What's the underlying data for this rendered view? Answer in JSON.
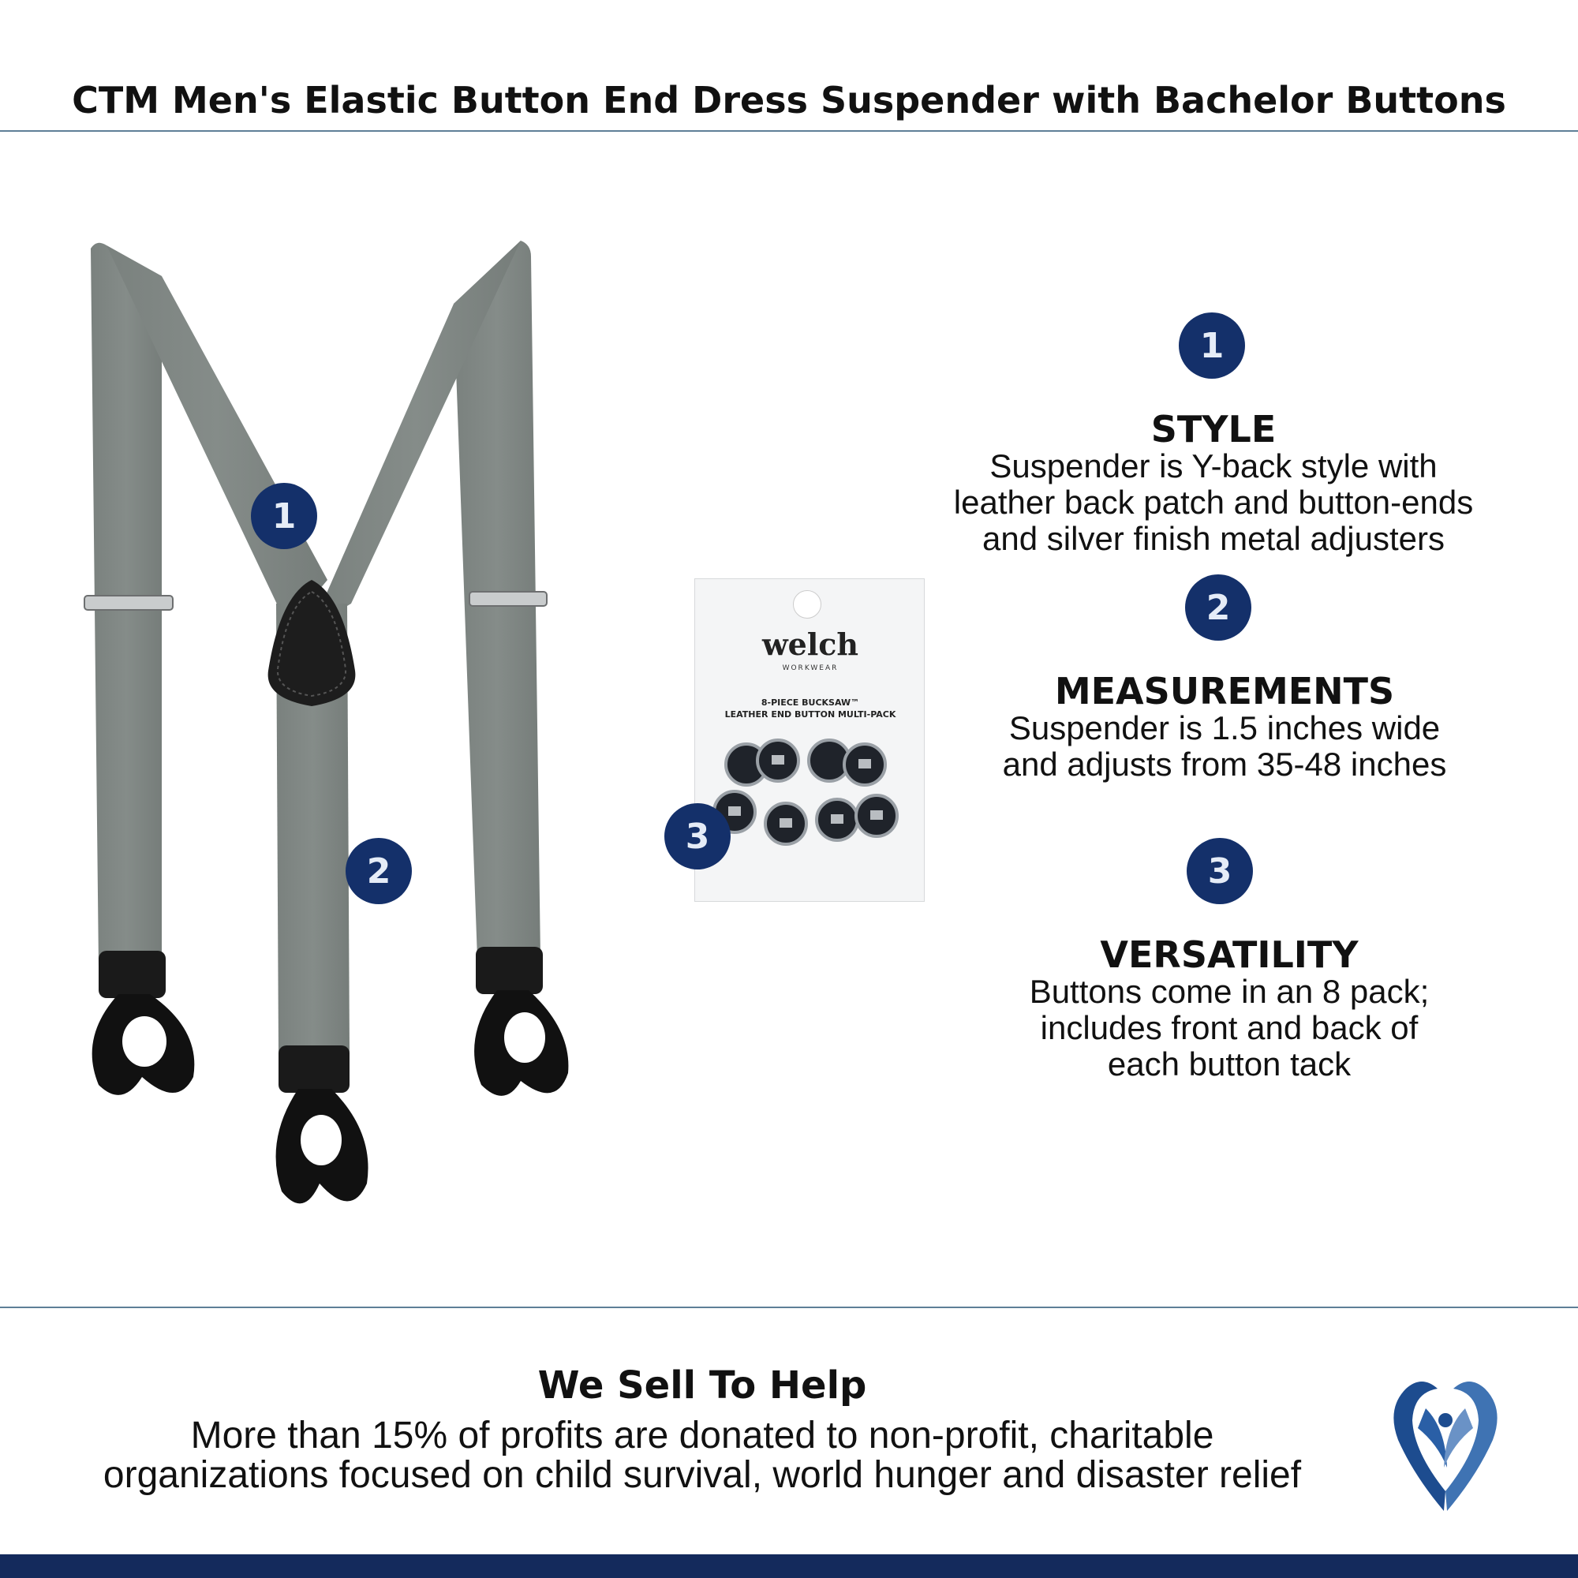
{
  "header": {
    "title": "CTM Men's Elastic Button End Dress Suspender with Bachelor Buttons"
  },
  "image_markers": [
    "1",
    "2",
    "3"
  ],
  "package": {
    "brand": "welch",
    "brand_sub": "WORKWEAR",
    "label_line1": "8-PIECE BUCKSAW™",
    "label_line2": "LEATHER END BUTTON MULTI-PACK"
  },
  "features": [
    {
      "number": "1",
      "title": "STYLE",
      "description": "Suspender is Y-back style with\nleather back patch and button-ends\nand silver finish metal adjusters"
    },
    {
      "number": "2",
      "title": "MEASUREMENTS",
      "description": "Suspender is 1.5 inches wide\nand adjusts from 35-48 inches"
    },
    {
      "number": "3",
      "title": "VERSATILITY",
      "description": "Buttons come in an 8 pack;\nincludes front and back of\neach button tack"
    }
  ],
  "charity": {
    "title": "We Sell To Help",
    "description": "More than 15% of profits are donated to non-profit, charitable\norganizations focused on child survival, world hunger and disaster relief"
  },
  "colors": {
    "badge": "#14306a",
    "rule": "#5e7f97",
    "footer_bar": "#142a5c",
    "strap": "#808784",
    "leather": "#1a1a1a"
  },
  "icons": {
    "charity_logo": "heart-wings-logo-icon"
  }
}
